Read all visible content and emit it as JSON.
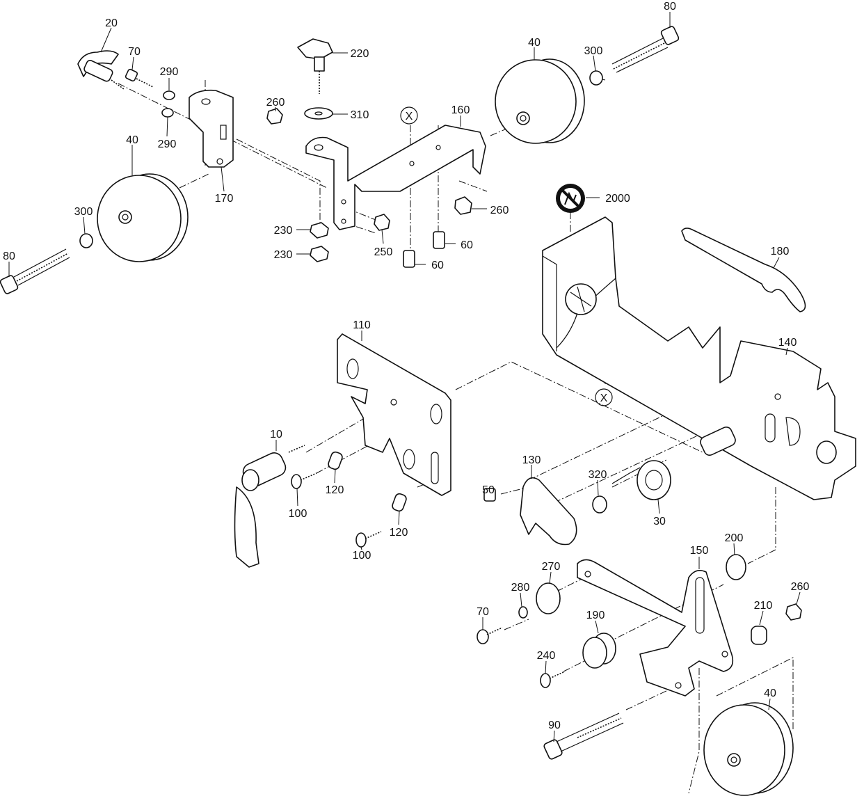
{
  "diagram": {
    "type": "exploded-parts-view",
    "callouts": {
      "c20": "20",
      "c70a": "70",
      "c290a": "290",
      "c290b": "290",
      "c40a": "40",
      "c170": "170",
      "c260a": "260",
      "c220": "220",
      "c310": "310",
      "cXa": "X",
      "c160": "160",
      "c40b": "40",
      "c300a": "300",
      "c80a": "80",
      "c300b": "300",
      "c80b": "80",
      "c230a": "230",
      "c230b": "230",
      "c250": "250",
      "c260b": "260",
      "c60a": "60",
      "c60b": "60",
      "c2000": "2000",
      "c180": "180",
      "c110": "110",
      "c140": "140",
      "cXb": "X",
      "c10": "10",
      "c130": "130",
      "c320": "320",
      "c50": "50",
      "c30": "30",
      "c120a": "120",
      "c100a": "100",
      "c120b": "120",
      "c100b": "100",
      "c150": "150",
      "c200": "200",
      "c260c": "260",
      "c270": "270",
      "c280": "280",
      "c70b": "70",
      "c190": "190",
      "c210": "210",
      "c240": "240",
      "c40c": "40",
      "c90": "90"
    },
    "icons": {
      "esd_warning": "esd-warning-icon"
    }
  }
}
